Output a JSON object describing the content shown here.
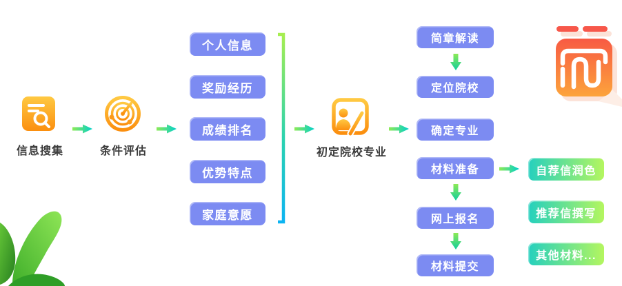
{
  "stages": [
    {
      "id": "info-gathering",
      "label": "信息搜集",
      "icon": "document-search-icon"
    },
    {
      "id": "condition-evaluation",
      "label": "条件评估",
      "icon": "radar-icon"
    },
    {
      "id": "preliminary-school-major",
      "label": "初定院校专业",
      "icon": "person-document-icon"
    }
  ],
  "evaluation_factors": [
    "个人信息",
    "奖励经历",
    "成绩排名",
    "优势特点",
    "家庭意愿"
  ],
  "application_steps": [
    "简章解读",
    "定位院校",
    "确定专业",
    "材料准备",
    "网上报名",
    "材料提交"
  ],
  "material_items": [
    "自荐信润色",
    "推荐信撰写",
    "其他材料..."
  ],
  "icons": {
    "connectors": [
      "right-arrow-icon",
      "down-arrow-icon",
      "bracket-connector"
    ],
    "decorations": [
      "brand-logo-icon",
      "leaf-plant-decoration"
    ]
  },
  "colors": {
    "pill_blue": "#7c8bf2",
    "pill_green_start": "#25d0be",
    "pill_green_end": "#b4f65f",
    "arrow_green": "#8dea56",
    "arrow_teal": "#00d0cb",
    "bracket_top": "#a6ee50",
    "bracket_mid": "#2bd3ae",
    "bracket_bottom": "#0cb4f2",
    "icon_orange_light": "#ffc942",
    "icon_orange_deep": "#fb8f0f",
    "logo_red": "#f7574a",
    "logo_orange": "#fca43c",
    "leaf_green_light": "#8ee556",
    "leaf_green_dark": "#2f9e27",
    "label_text": "#3b3b3b"
  }
}
